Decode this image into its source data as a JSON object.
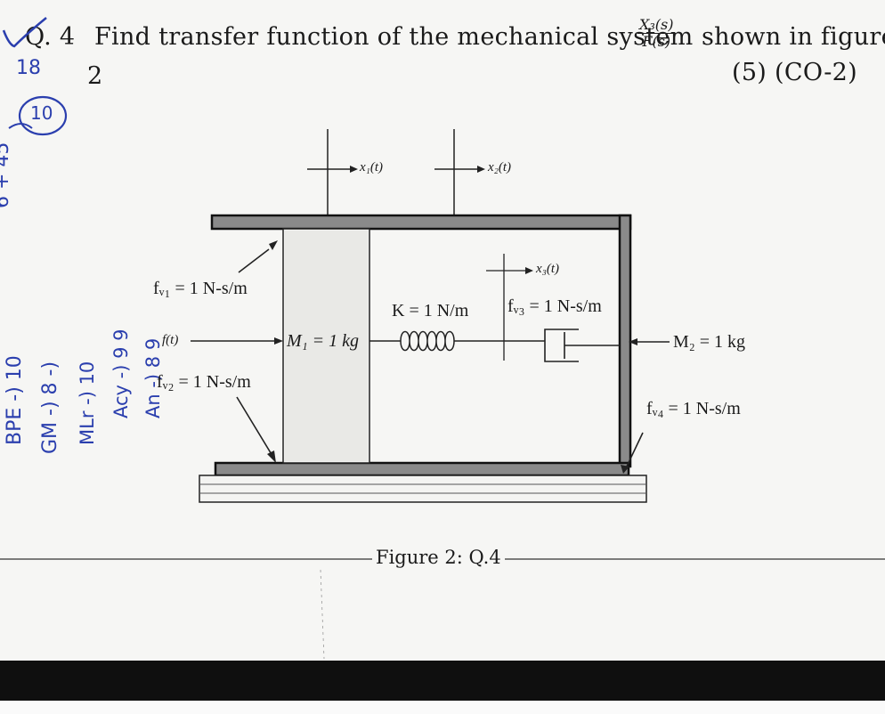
{
  "question": {
    "number": "Q. 4",
    "text": "Find transfer function of the mechanical system",
    "fraction": {
      "numerator": "X₃(s)",
      "denominator": "F(s)"
    },
    "text_after": "shown in figure",
    "line2": "2",
    "marks": "(5) (CO-2)"
  },
  "figure": {
    "x1_label": "x₁(t)",
    "x2_label": "x₂(t)",
    "x3_label": "x₃(t)",
    "fv1_label": "fᵥ₁ = 1 N-s/m",
    "fv2_label": "fᵥ₂ = 1 N-s/m",
    "fv3_label": "fᵥ₃ = 1 N-s/m",
    "fv4_label": "fᵥ₄ = 1 N-s/m",
    "force_label": "f(t)",
    "m1_label": "M₁ = 1 kg",
    "m2_label": "M₂ = 1 kg",
    "k_label": "K = 1 N/m",
    "caption": "Figure 2: Q.4"
  },
  "handwriting": {
    "top_note": "18",
    "circle_note": "10",
    "score_note": "6 + 45",
    "line1": "BPE -) 10",
    "line2": "GM -) 8 -)",
    "line3": "MLr -) 10",
    "line4": "Acy -) 9 9",
    "line5": "An -) 8 9"
  },
  "colors": {
    "ink": "#2b3fae",
    "paper": "#f6f6f4",
    "bar": "#0f0f0f"
  }
}
